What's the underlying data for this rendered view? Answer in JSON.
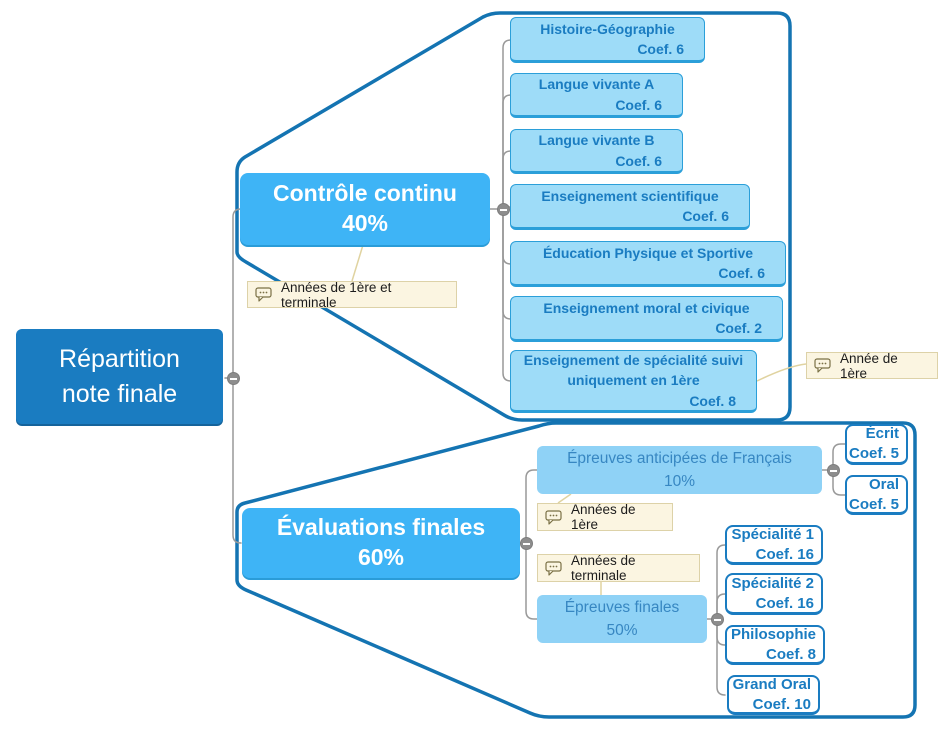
{
  "palette": {
    "root_fill": "#1a7cc1",
    "branch_fill": "#3eb4f6",
    "subject_fill": "#9edcf8",
    "subject_border": "#2b9fd9",
    "subtopic_fill": "#8fd2f6",
    "leaf_border": "#1a7cc1",
    "text_blue": "#1a7cc1",
    "boundary_stroke": "#1474b2",
    "note_bg": "#fbf5e1",
    "note_border": "#ddd2a8",
    "note_line": "#e0d3a0",
    "connector_gray": "#999999"
  },
  "root": {
    "line1": "Répartition",
    "line2": "note finale"
  },
  "controle": {
    "title": "Contrôle continu",
    "pct": "40%",
    "note": "Années de 1ère et terminale"
  },
  "evaluations": {
    "title": "Évaluations finales",
    "pct": "60%"
  },
  "subjects": [
    {
      "title": "Histoire-Géographie",
      "coef": "Coef. 6"
    },
    {
      "title": "Langue vivante A",
      "coef": "Coef. 6"
    },
    {
      "title": "Langue vivante B",
      "coef": "Coef. 6"
    },
    {
      "title": "Enseignement scientifique",
      "coef": "Coef. 6"
    },
    {
      "title": "Éducation Physique et Sportive",
      "coef": "Coef. 6"
    },
    {
      "title": "Enseignement moral et civique",
      "coef": "Coef. 2"
    },
    {
      "title": "Enseignement de spécialité suivi uniquement en 1ère",
      "coef": "Coef. 8",
      "note": "Année de 1ère"
    }
  ],
  "francais": {
    "title": "Épreuves anticipées de Français",
    "pct": "10%",
    "note": "Années de 1ère",
    "children": [
      {
        "title": "Écrit",
        "coef": "Coef. 5"
      },
      {
        "title": "Oral",
        "coef": "Coef. 5"
      }
    ]
  },
  "finales": {
    "title": "Épreuves finales",
    "pct": "50%",
    "note": "Années de terminale",
    "children": [
      {
        "title": "Spécialité 1",
        "coef": "Coef. 16"
      },
      {
        "title": "Spécialité 2",
        "coef": "Coef. 16"
      },
      {
        "title": "Philosophie",
        "coef": "Coef. 8"
      },
      {
        "title": "Grand Oral",
        "coef": "Coef. 10"
      }
    ]
  }
}
